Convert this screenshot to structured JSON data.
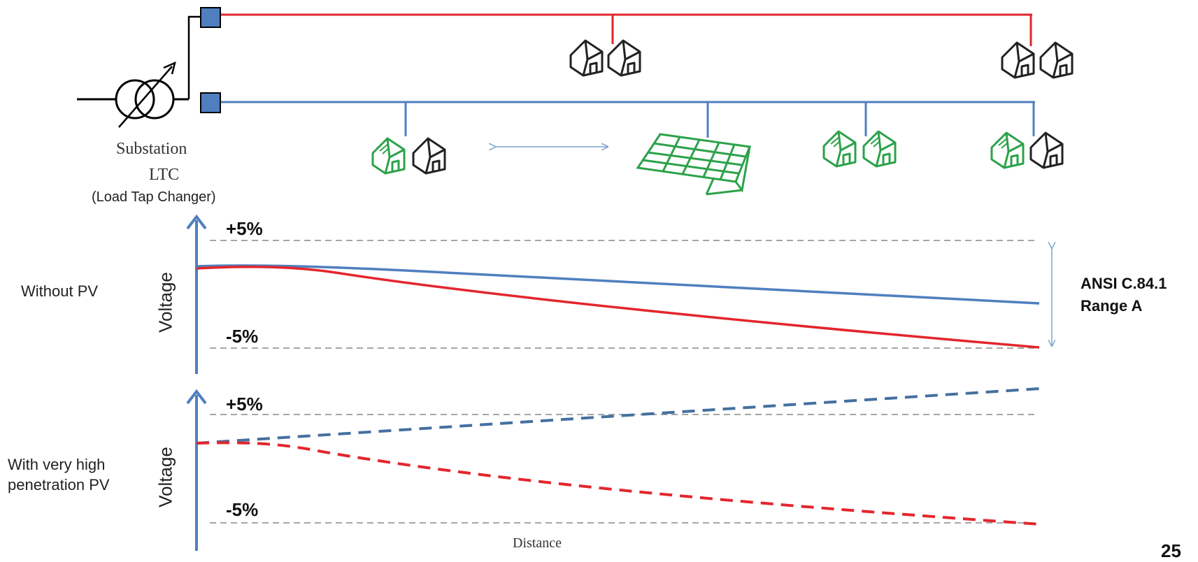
{
  "substation": {
    "line1": "Substation",
    "line2": "LTC",
    "line3": "(Load Tap Changer)"
  },
  "panels": {
    "without_pv": {
      "row_label": "Without PV",
      "axis_label": "Voltage",
      "upper_limit": "+5%",
      "lower_limit": "-5%"
    },
    "with_pv": {
      "row_label_line1": "With very high",
      "row_label_line2": "penetration PV",
      "axis_label": "Voltage",
      "upper_limit": "+5%",
      "lower_limit": "-5%",
      "x_label": "Distance"
    }
  },
  "range_note": {
    "line1": "ANSI C.84.1",
    "line2": "Range A"
  },
  "page_number": "25",
  "colors": {
    "red_feeder": "#e3262d",
    "blue_feeder": "#4f7fbf",
    "pv_green": "#2ca24a",
    "house_outline": "#222222",
    "limit_dash": "#a6a6a6"
  }
}
